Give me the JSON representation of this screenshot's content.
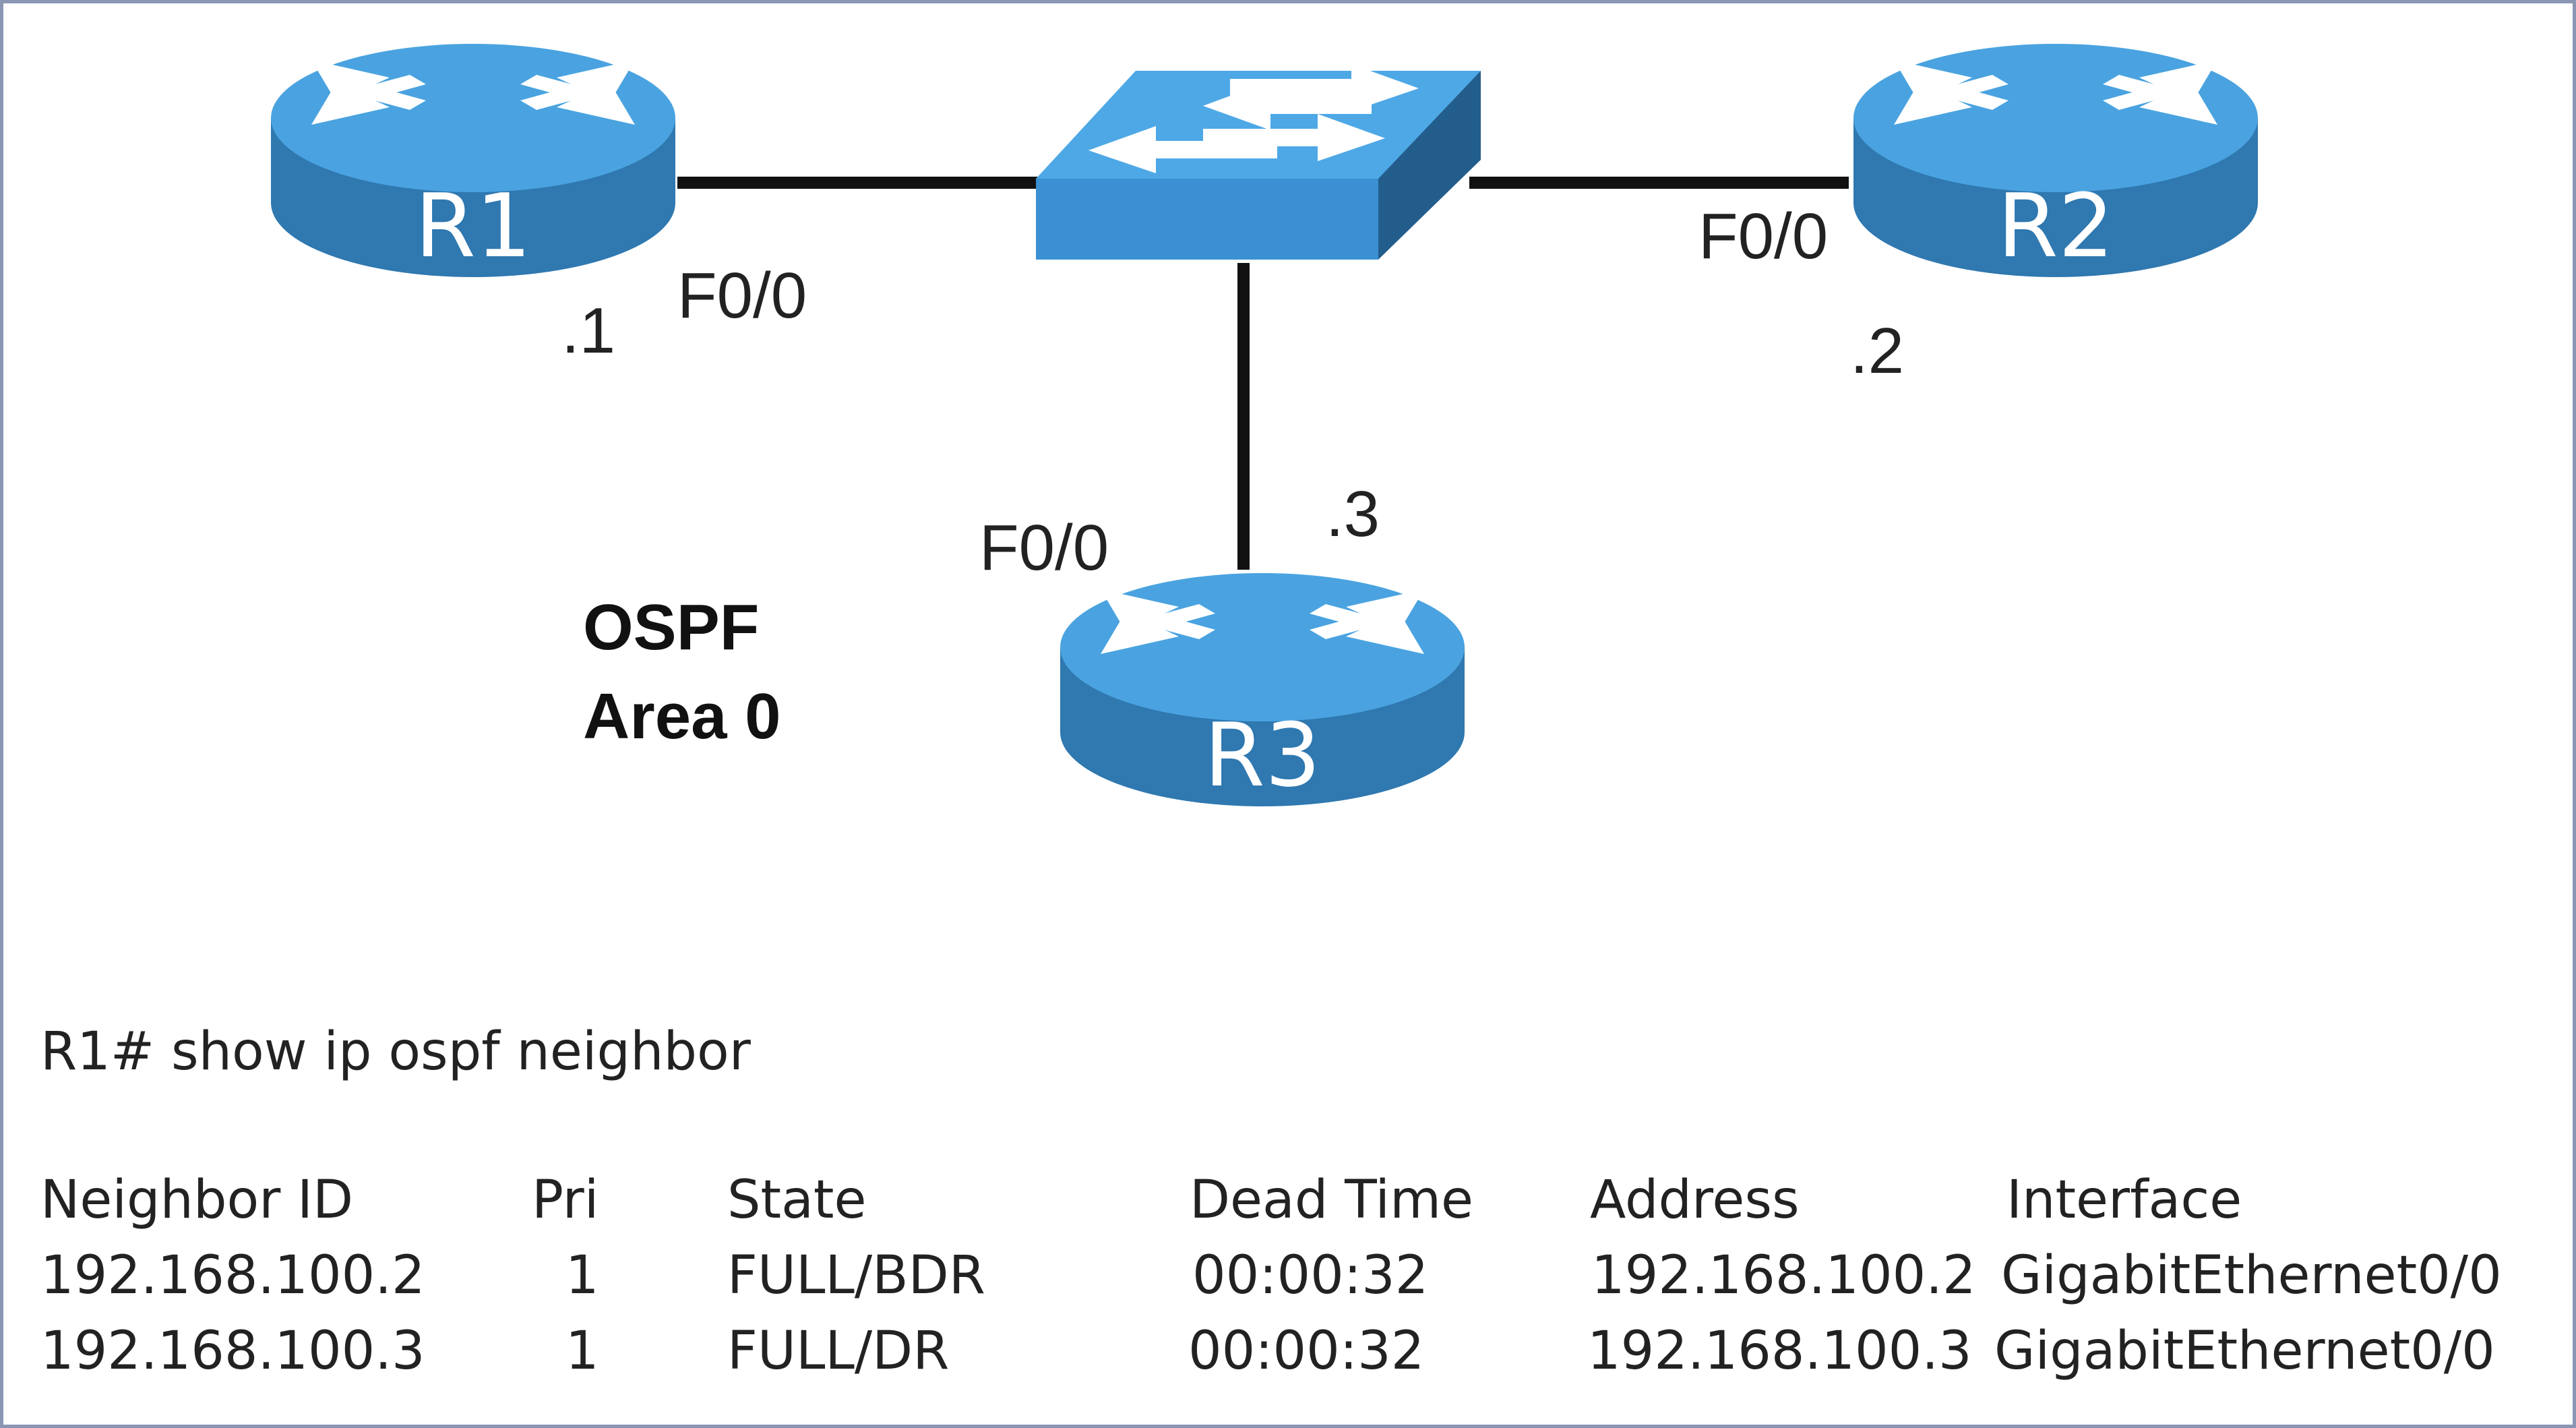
{
  "diagram": {
    "routers": [
      {
        "name": "R1",
        "interface": "F0/0",
        "host": ".1"
      },
      {
        "name": "R2",
        "interface": "F0/0",
        "host": ".2"
      },
      {
        "name": "R3",
        "interface": "F0/0",
        "host": ".3"
      }
    ],
    "area_label": [
      "OSPF",
      "Area 0"
    ],
    "colors": {
      "router_top": "#4aa3e0",
      "router_side": "#2f78b0",
      "router_dark": "#25628f",
      "switch_top": "#4ea8e6",
      "switch_front": "#3a90d2",
      "switch_side": "#235d8c",
      "link": "#111111",
      "border": "#8a96b4"
    }
  },
  "cli": {
    "command": "R1# show ip ospf neighbor",
    "headers": [
      "Neighbor ID",
      "Pri",
      "State",
      "Dead Time",
      "Address",
      "Interface"
    ],
    "rows": [
      [
        "192.168.100.2",
        "1",
        "FULL/BDR",
        "00:00:32",
        "192.168.100.2",
        "GigabitEthernet0/0"
      ],
      [
        "192.168.100.3",
        "1",
        "FULL/DR",
        "00:00:32",
        "192.168.100.3",
        "GigabitEthernet0/0"
      ]
    ]
  }
}
